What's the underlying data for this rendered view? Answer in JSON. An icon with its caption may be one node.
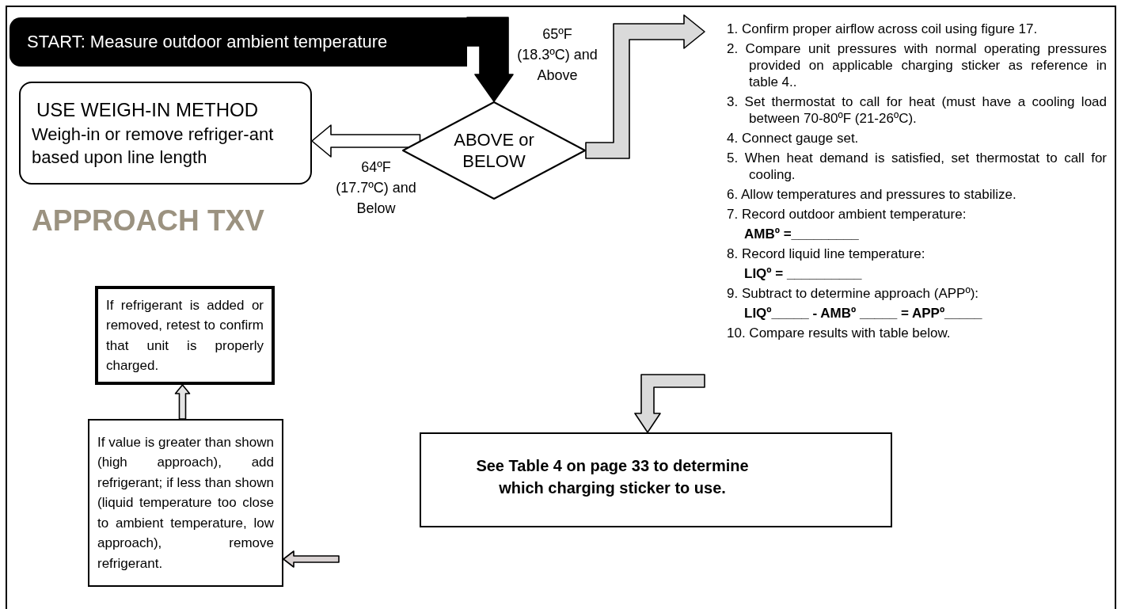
{
  "diagram": {
    "nodes": [
      {
        "text": [
          "START: Measure outdoor ambient temperature"
        ]
      },
      {
        "text": [
          "USE WEIGH-IN METHOD",
          "Weigh-in or remove refriger-ant based upon line length"
        ]
      },
      {
        "text": [
          "ABOVE or BELOW"
        ]
      },
      {
        "text": [
          "1. Confirm proper airflow across coil using figure 17.",
          "2. Compare unit pressures with normal operating pressures provided on applicable charging sticker as reference in table 4..",
          "3. Set thermostat to call for heat (must have a cooling load between 70-80ºF (21-26ºC).",
          "4. Connect gauge set.",
          "5. When heat demand is satisfied, set thermostat to call for cooling.",
          "6. Allow temperatures and pressures to stabilize.",
          "7. Record outdoor ambient temperature:",
          "AMBº =_________",
          "8. Record liquid line temperature:",
          "LIQº = __________",
          "9. Subtract to determine approach (APPº):",
          "LIQº_____ - AMBº _____ = APPº_____",
          "10. Compare results with table below."
        ]
      },
      {
        "text": [
          "See Table 4 on page 33 to determine which charging sticker to use."
        ]
      },
      {
        "text": [
          "If value is greater than shown (high approach), add refrigerant; if less than shown (liquid temperature too close to ambient temperature, low approach), remove refrigerant."
        ]
      },
      {
        "text": [
          "If refrigerant is added or removed, retest to confirm that unit is properly charged."
        ]
      }
    ],
    "edges": [
      {
        "from": 0,
        "to": 2,
        "arrow": "to"
      },
      {
        "from": 2,
        "to": 1,
        "arrow": "to",
        "label": "64ºF (17.7ºC) and Below"
      },
      {
        "from": 2,
        "to": 3,
        "arrow": "to",
        "label": "65ºF (18.3ºC) and Above"
      },
      {
        "from": 3,
        "to": 4,
        "arrow": "to"
      },
      {
        "from": 5,
        "to": 6,
        "arrow": "to"
      },
      {
        "from": null,
        "to": 5,
        "arrow": "to"
      }
    ],
    "labels": [
      "APPROACH TXV"
    ]
  }
}
